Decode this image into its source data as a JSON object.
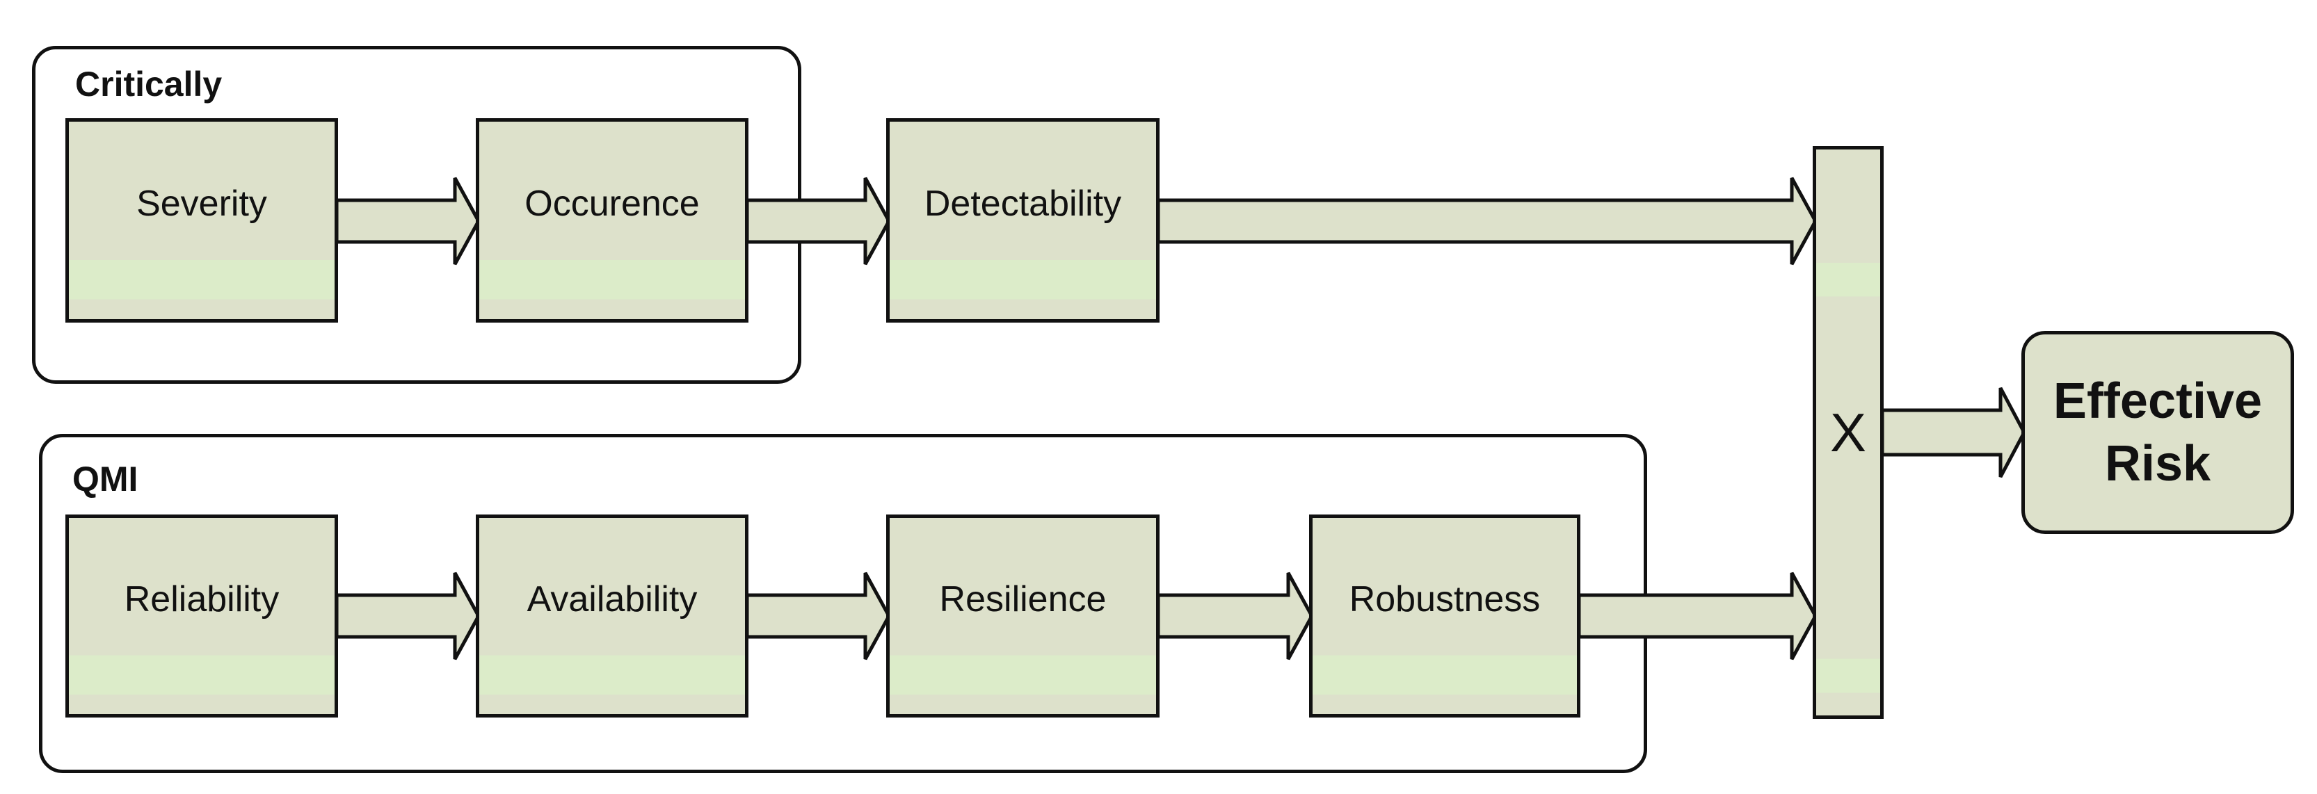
{
  "groups": {
    "top": {
      "label": "Critically"
    },
    "bottom": {
      "label": "QMI"
    }
  },
  "boxes": {
    "severity": "Severity",
    "occurence": "Occurence",
    "detectability": "Detectability",
    "reliability": "Reliability",
    "availability": "Availability",
    "resilience": "Resilience",
    "robustness": "Robustness"
  },
  "operator": "X",
  "output": "Effective Risk",
  "colors": {
    "box_fill": "#dde1cb",
    "box_band": "#dcecc9",
    "stroke": "#111111"
  }
}
